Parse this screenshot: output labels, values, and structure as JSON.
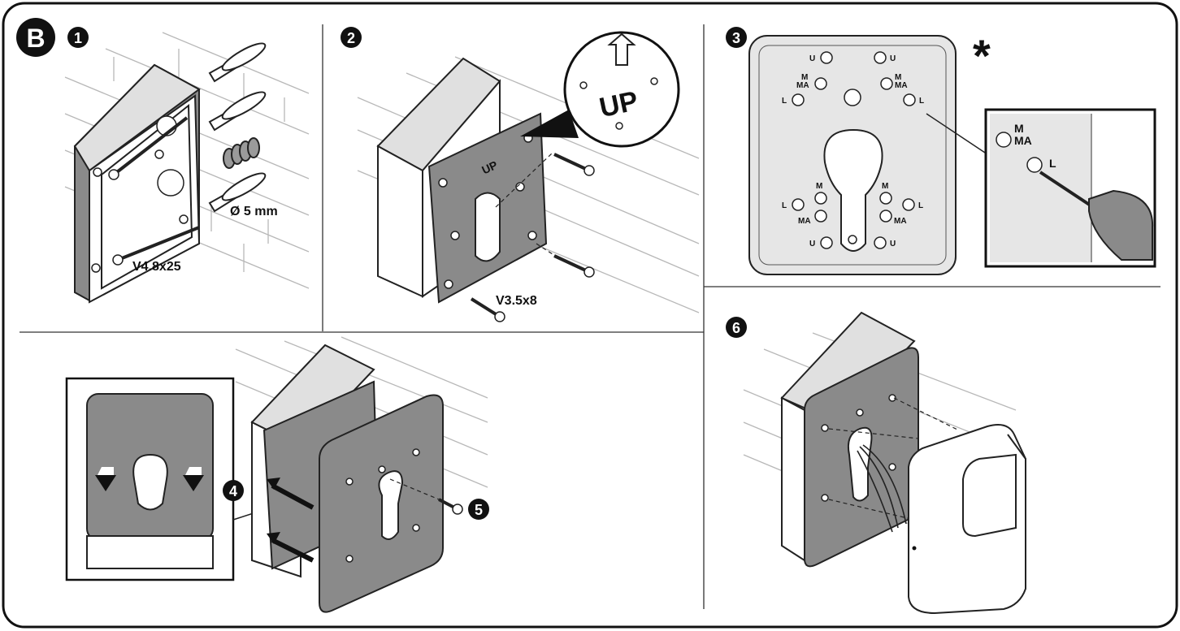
{
  "section_letter": "B",
  "steps": [
    {
      "number": "1",
      "labels": {
        "screw": "V4.8x25",
        "diameter": "Ø 5 mm"
      }
    },
    {
      "number": "2",
      "labels": {
        "screw": "V3.5x8",
        "up_mark": "UP"
      }
    },
    {
      "number": "3",
      "labels": {
        "asterisk": "*",
        "u": "U",
        "m": "M",
        "ma": "MA",
        "l": "L"
      }
    },
    {
      "number": "4"
    },
    {
      "number": "5"
    },
    {
      "number": "6"
    }
  ],
  "colors": {
    "dark_gray": "#8a8a8a",
    "light_gray": "#e0e0e0",
    "outline": "#222222"
  }
}
